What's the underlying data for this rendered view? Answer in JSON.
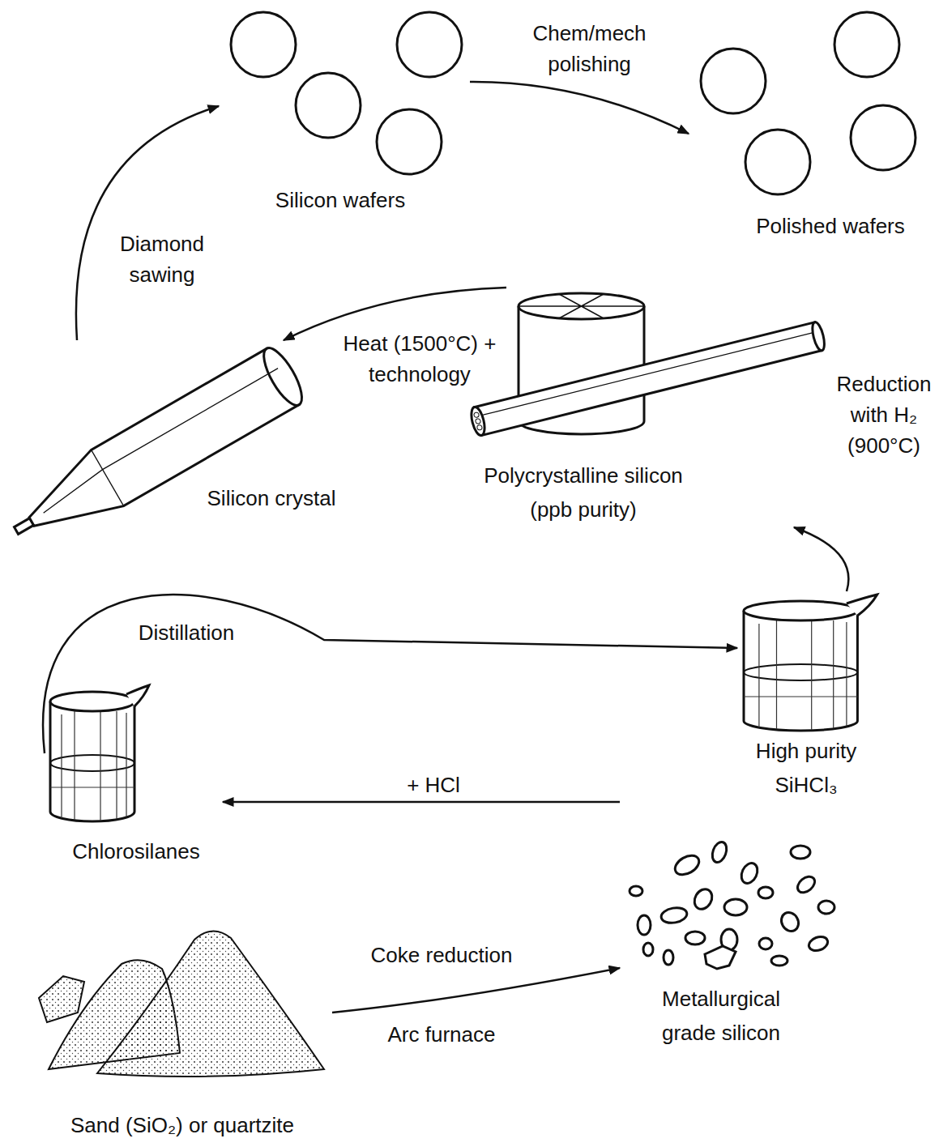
{
  "diagram": {
    "nodes": [
      {
        "text": [
          "Silicon wafers"
        ]
      },
      {
        "text": [
          "Polished wafers"
        ]
      },
      {
        "text": [
          "Polycrystalline silicon (ppb purity)"
        ]
      },
      {
        "text": [
          "Silicon crystal"
        ]
      },
      {
        "text": [
          "Chlorosilanes"
        ]
      },
      {
        "text": [
          "High purity SiHCl₃"
        ]
      },
      {
        "text": [
          "Metallurgical grade silicon"
        ]
      },
      {
        "text": [
          "Sand (SiO₂) or quartzite"
        ]
      }
    ],
    "edges": [
      {
        "from": 3,
        "to": 0,
        "label": "Diamond sawing",
        "arrow": "to"
      },
      {
        "from": 0,
        "to": 1,
        "label": "Chem/mech polishing",
        "arrow": "to"
      },
      {
        "from": 2,
        "to": 3,
        "label": "Heat (1500°C) + technology",
        "arrow": "to"
      },
      {
        "from": 5,
        "to": 2,
        "label": "Reduction with H₂ (900°C)",
        "arrow": "to"
      },
      {
        "from": 4,
        "to": 5,
        "label": "Distillation",
        "arrow": "to"
      },
      {
        "from": 6,
        "to": 4,
        "label": "+ HCl",
        "arrow": "to"
      },
      {
        "from": 7,
        "to": 6,
        "label": "Coke reduction",
        "arrow": "to"
      }
    ],
    "labels": [
      "Arc furnace"
    ]
  }
}
